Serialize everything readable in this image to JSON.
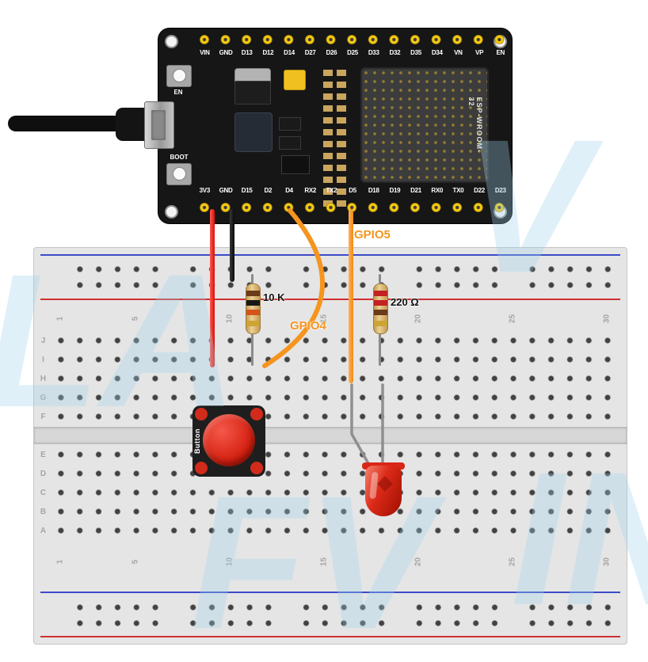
{
  "esp32": {
    "top_pins": [
      "VIN",
      "GND",
      "D13",
      "D12",
      "D14",
      "D27",
      "D26",
      "D25",
      "D33",
      "D32",
      "D35",
      "D34",
      "VN",
      "VP",
      "EN"
    ],
    "bottom_pins": [
      "3V3",
      "GND",
      "D15",
      "D2",
      "D4",
      "RX2",
      "TX2",
      "D5",
      "D18",
      "D19",
      "D21",
      "RX0",
      "TX0",
      "D22",
      "D23"
    ],
    "en_button": "EN",
    "boot_button": "BOOT",
    "module_label": "ESP-WROOM-32"
  },
  "breadboard": {
    "rows_top": [
      "J",
      "I",
      "H",
      "G",
      "F"
    ],
    "rows_bottom": [
      "E",
      "D",
      "C",
      "B",
      "A"
    ],
    "cols": [
      "1",
      "5",
      "10",
      "15",
      "20",
      "25",
      "30"
    ]
  },
  "labels": {
    "gpio4": "GPIO4",
    "gpio5": "GPIO5",
    "pullup_resistor": "10 K",
    "led_resistor": "220 Ω",
    "button": "Button"
  },
  "colors": {
    "wire_power": "#d81010",
    "wire_ground": "#111111",
    "wire_signal": "#f5941e",
    "led_red": "#dc2a18",
    "pin_gold": "#f2c912",
    "board_black": "#161616",
    "breadboard_gray": "#e5e5e5"
  },
  "watermark": {
    "parts": [
      "LA",
      "V",
      "FV",
      "IN"
    ]
  }
}
